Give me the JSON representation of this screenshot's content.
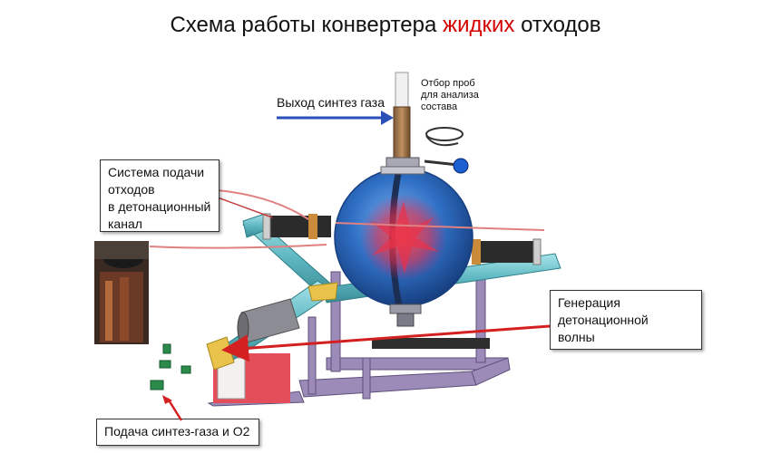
{
  "title": {
    "prefix": "Схема работы конвертера",
    "highlight": "жидких",
    "suffix": "отходов",
    "highlight_color": "#d40000"
  },
  "labels": {
    "syngas_output": "Выход синтез газа",
    "sampling": [
      "Отбор проб",
      "для анализа",
      "состава"
    ],
    "feed_system": [
      "Система подачи",
      "отходов",
      "в детонационный",
      "канал"
    ],
    "wave_generation": [
      "Генерация",
      "детонационной",
      "волны"
    ],
    "gas_supply": "Подача синтез-газа и O2"
  },
  "colors": {
    "sphere": "#2f6fc4",
    "pipe": "#66c0c8",
    "frame": "#9c8bb8",
    "arrow_blue": "#2a4fb8",
    "arrow_red": "#d42020"
  }
}
